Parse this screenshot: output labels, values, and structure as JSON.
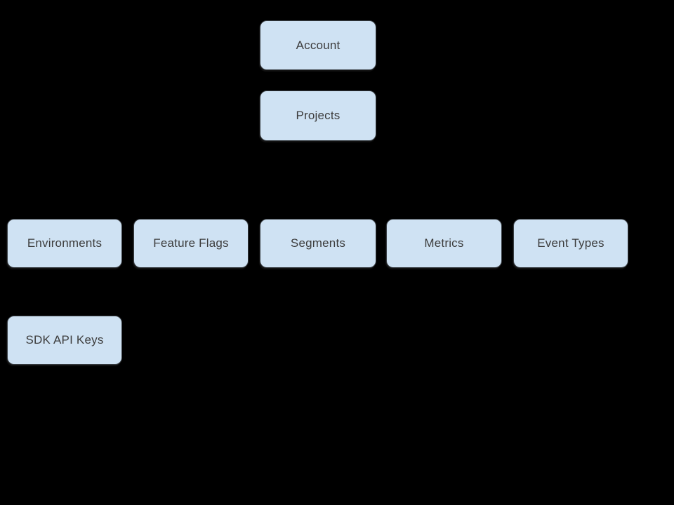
{
  "diagram": {
    "type": "hierarchy",
    "background_color": "#000000",
    "node_fill_color": "#cfe2f3",
    "node_border_color": "#3a3f44",
    "node_text_color": "#3d3d3d",
    "nodes": [
      {
        "id": "account",
        "label": "Account",
        "level": 1
      },
      {
        "id": "projects",
        "label": "Projects",
        "level": 2
      },
      {
        "id": "environments",
        "label": "Environments",
        "level": 3
      },
      {
        "id": "feature-flags",
        "label": "Feature Flags",
        "level": 3
      },
      {
        "id": "segments",
        "label": "Segments",
        "level": 3
      },
      {
        "id": "metrics",
        "label": "Metrics",
        "level": 3
      },
      {
        "id": "event-types",
        "label": "Event Types",
        "level": 3
      },
      {
        "id": "sdk-api-keys",
        "label": "SDK API Keys",
        "level": 4
      }
    ]
  }
}
